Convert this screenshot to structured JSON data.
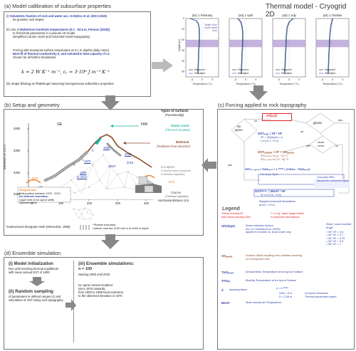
{
  "header": {
    "title": "Thermal model - Cryogrid 2D"
  },
  "section_a": {
    "title": "(a) Model callibration of subsurface properties",
    "i_label": "(i)",
    "i_bold": "Volumetric fraction of rock and water acc. to Myhra et al. (2017,2019)",
    "i_rest": "for gneissic rock slopes",
    "ii_label": "(ii)",
    "ii_pre": "Use of",
    "ii_bold": "Matterhorn borehole temperatures (0.1 - 52.5 m, Permos (2025))",
    "ii_line2": "to fit thermal parameters in a pseudo 1D model",
    "ii_line3": "(simplified column mesh and horizontal model topography)",
    "forcing_line1": "Forcing with measured surface temperature at 0.1 m depths (daily mean)",
    "forcing_bold": "Best-fit of thermal conductivity k, and volumetric heat capacity of cv",
    "forcing_line3": "chosen for all further simulations:",
    "equation": "k = 2 W K⁻¹ m⁻¹, cᵥ = 3·10⁶ J m⁻³ K⁻¹",
    "iii_label": "(iii)",
    "iii_text": "Single lithology at Platteikogel assuming homogenuous subsurface properties",
    "panels": [
      {
        "label": "(a1) 1 February"
      },
      {
        "label": "(a2) 1 April"
      },
      {
        "label": "(a3) 1 July"
      },
      {
        "label": "(a4) 1 October"
      }
    ],
    "ylabel": "Depth (m)",
    "xlabel": "Temperature (°C)",
    "yticks": [
      "0",
      "10",
      "20",
      "30",
      "40",
      "50"
    ],
    "xticks": [
      "-5",
      "0",
      "5",
      "-5",
      "0",
      "5",
      "-5",
      "0",
      "5",
      "-5",
      "0",
      "5"
    ],
    "legend_measured": "Measured",
    "legend_simulated": "Simulated",
    "band_note": "Depth of the\nfrozen shear\nzone"
  },
  "section_b": {
    "title": "(b) Setup and geometry",
    "ylabel": "Elevation (m a.s.l.)",
    "xlabel": "Horizontal distance (m)",
    "yticks": [
      "3400",
      "3350",
      "3300",
      "3250"
    ],
    "xticks": [
      "0",
      "100",
      "200",
      "300",
      "400"
    ],
    "se": "SE",
    "nw": "NW",
    "years": {
      "y1970_top": "1970",
      "y1999_a": "1999",
      "y2013": "2013",
      "y2019": "2019",
      "y2024": "2024*",
      "y1999_b": "1999",
      "y2024_b": "to 2024",
      "y1970_l": "1970",
      "y1970_r": "1970"
    },
    "types_title": "Types of surfaces",
    "types_sub": "(Functionality)",
    "snow_cover": "Snow cover",
    "snow_sub": "(Thermal insulator)",
    "bedrock": "Bedrock",
    "bedrock_sub": "(Radiative heat absorber)",
    "ice_apron": "Ice apron",
    "ice_apron_sub": "(Thermal semi-conductor\n& thermal regulator)",
    "glacier": "Glacier",
    "glacier_sub": "(Thermal regulator)",
    "inset_l1": "Bergschrund",
    "inset_l2": "field position between 1970 - 2024",
    "inset_l3": "Ice-bedrock boundary:",
    "inset_l4": "Upper limit of ice apron shifts topdownwards",
    "mesh_note": "*Unstructured triangular mesh (Shewchuk, 1996)",
    "bottom_l1": "**Bottom boundary:",
    "bottom_l2": "Uniform heat flux of 50 mW m at 6000 m depth"
  },
  "section_c": {
    "title": "(c) Forcing applied to rock topography",
    "at": "AT(x,t)¹",
    "ice_apron": "Ice\napron",
    "glacier": "glacier",
    "snow_cover": "snow\ncover",
    "yes": "yes",
    "no": "no",
    "gst_snow": "GSTₛₙₒᵤ = AT * nF",
    "nf_l1": "nF = nF(slope) + ε,",
    "nf_l2": "ε in [-0.1, +0.1]",
    "gst_radiation": "GSTᵣₐₑᵢₐₜᵢₒₙ = AT + SOₐₚₚₑₓₜ,",
    "so_north": "SOₙₒᵣₜₕₑᵣₙ in [-1, +1] °C",
    "so_south": "SOₛₒᵤₜₕₑᵣₙ in [+2, +4] °C",
    "gst_iceapron": "GSTᵢₒₑ ₐₚᵣₒₙ = TIASₘₑₐₙ + e⁻ᴴᶜᴾᵈ × [TIASᵢₙᵢ - TIASₘₑₐₙ]",
    "hice": "Hᵢₒₑ in [1, 9] m",
    "lowpass": "Low-pass filter\ndampenes seasonal signal",
    "gst_glacier": "GSTᵍˡᵃᶜᶦᵉʳ = MAAT * nF",
    "gst_glacier_nf": "nF in [+0.4, +0.6]",
    "marginal": "Marginal seasonal fluctuations\nat ice > 10 m",
    "legend_title": "Legend",
    "mean_monthly": "*Mean monthly AT\ntime series starting 1951",
    "value_range": "** x in [], Value range tested\nin ensemble simulations",
    "nf_key": "nF(slope)",
    "nf_desc": "Snow reduction factors\nacc. to Czekirda et al. (2023)\napplied to months /w. snow cover only",
    "slope_title": "Slope, snow covered\nAngle",
    "slope_rows": [
      "< 60° nF = 0.6",
      "= 60° nF = 0.7",
      "> 60° nF = 0.75",
      "= 60° nF = 0.9",
      "> 80° nF = 1"
    ],
    "so_key": "SOₐₚₚₑₓₜ",
    "so_desc": "Surface Offset resulting from radiative warming\nof run-exposed rock",
    "tias_mean_key": "TIASₘₑₐₙ",
    "tias_mean_desc": "Annual Mean Temperature at Ice Apron Surface",
    "tias_ini_key": "TIASᵢₙᵢ",
    "tias_ini_desc": "Monthly Temperature at Ice Apron Surface",
    "d_key": "d",
    "d_desc": "damping factor",
    "d_formula": "d = e⁻ᴴᶜᴾᵈ",
    "hice_l1": "Hice = 5 m",
    "hice_l2": "δ = 3.38 m",
    "ice_thickness": "Ice Apron thickness\nThermal penetration depth",
    "maat_key": "MAAT",
    "maat_desc": "Mean Annual Air Temperature"
  },
  "section_d": {
    "title": "(d) Ensemble simulation",
    "i_title": "(i) Model initialization",
    "i_text": "Run until reaching thermal equilibrium\nwith mean annual GST of 1900",
    "ii_title": "(ii) Random sampling",
    "ii_text": "of parameters in defined ranges (c) and\ncalculation of GST along rock topography",
    "iii_title": "(iii) Ensemble simulations:",
    "iii_n": "n = 100",
    "iii_start": "Starting 1900 until 2023",
    "iii_text": "Ice apron retreat modeled\nsince 1970 onwards,\nfrom 1900 to 1969 fixed extension\nto the observed elevation in 1970"
  }
}
